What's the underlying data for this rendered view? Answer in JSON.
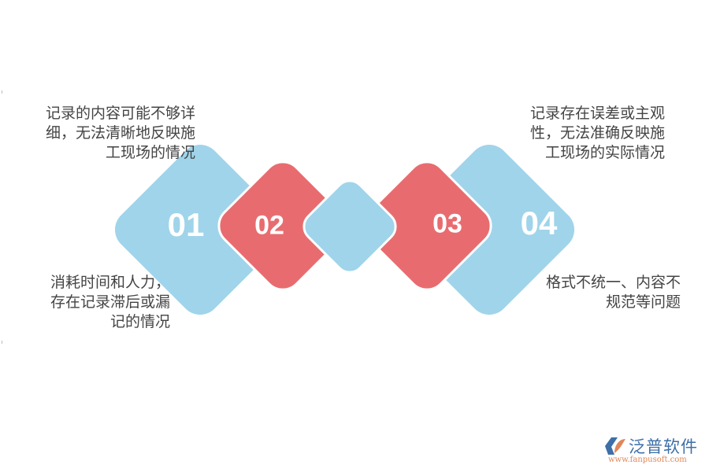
{
  "diagram": {
    "items": [
      {
        "number": "01",
        "color": "#a0d4ea",
        "text_lines": [
          "记录的内容可能不够详",
          "细，无法清晰地反映施",
          "工现场的情况"
        ]
      },
      {
        "number": "02",
        "color": "#e86c6f",
        "text_lines": [
          "消耗时间和人力，",
          "存在记录滞后或漏",
          "记的情况"
        ]
      },
      {
        "number": "03",
        "color": "#e86c6f",
        "text_lines": [
          "记录存在误差或主观",
          "性，无法准确反映施",
          "工现场的实际情况"
        ]
      },
      {
        "number": "04",
        "color": "#a0d4ea",
        "text_lines": [
          "格式不统一、内容不",
          "规范等问题"
        ]
      }
    ]
  },
  "logo": {
    "name": "泛普软件",
    "url": "www.fanpusoft.com"
  },
  "colors": {
    "blue": "#a0d4ea",
    "red": "#e86c6f",
    "text": "#444444",
    "logo_blue": "#3d6fa8",
    "logo_orange": "#e0875a"
  }
}
